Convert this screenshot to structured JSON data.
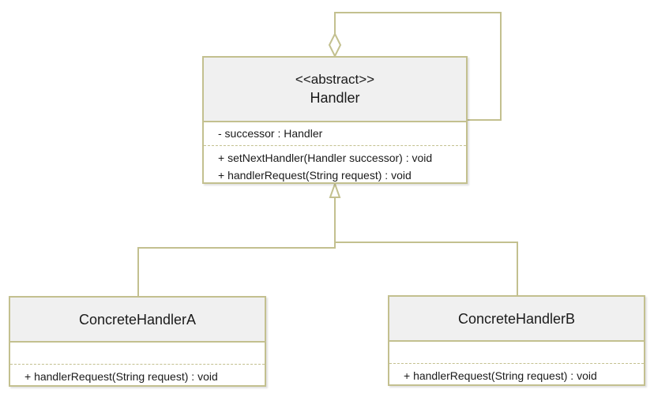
{
  "diagram": {
    "colors": {
      "border": "#c3c08f",
      "header_fill": "#f0f0f0",
      "text": "#1a1a1a"
    },
    "classes": {
      "handler": {
        "stereotype": "<<abstract>>",
        "name": "Handler",
        "attributes": [
          "- successor : Handler"
        ],
        "methods": [
          "+ setNextHandler(Handler successor) : void",
          "+ handlerRequest(String request) : void"
        ]
      },
      "concrete_a": {
        "name": "ConcreteHandlerA",
        "attributes": [],
        "methods": [
          "+ handlerRequest(String request) : void"
        ]
      },
      "concrete_b": {
        "name": "ConcreteHandlerB",
        "attributes": [],
        "methods": [
          "+ handlerRequest(String request) : void"
        ]
      }
    },
    "relations": [
      {
        "type": "aggregation",
        "from": "Handler",
        "to": "Handler"
      },
      {
        "type": "generalization",
        "from": "ConcreteHandlerA",
        "to": "Handler"
      },
      {
        "type": "generalization",
        "from": "ConcreteHandlerB",
        "to": "Handler"
      }
    ]
  }
}
